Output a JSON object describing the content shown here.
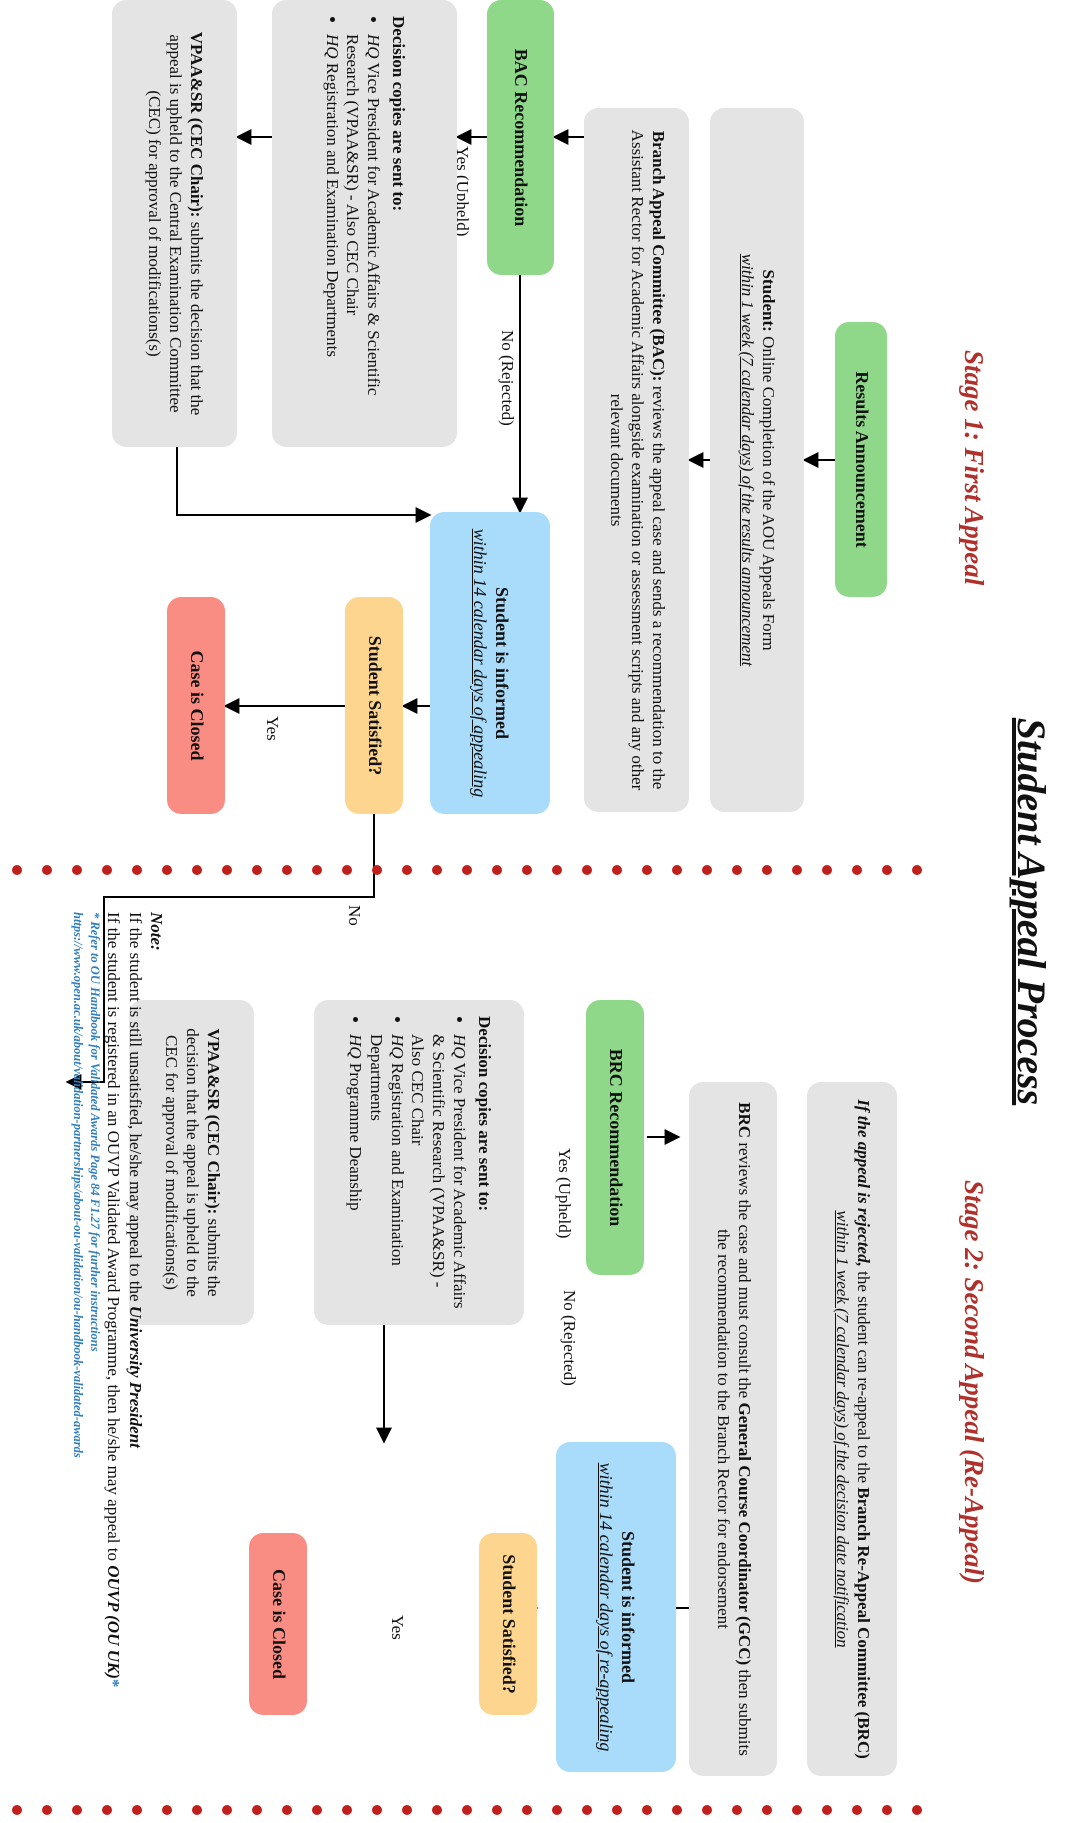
{
  "title": "Student Appeal Process",
  "stage1": {
    "heading": "Stage 1: First Appeal",
    "results_announcement": "Results Announcement",
    "student": {
      "lead": "Student:",
      "text": " Online Completion of the AOU Appeals Form",
      "deadline": "within 1 week (7 calendar days) of the results announcement"
    },
    "bac": {
      "lead": "Branch Appeal Committee (BAC):",
      "text": " reviews the appeal case and sends a recommendation to the Assistant Rector for Academic Affairs alongside examination or assessment scripts and any other relevant documents"
    },
    "bac_recommendation": "BAC Recommendation",
    "yes_upheld": "Yes (Upheld)",
    "no_rejected": "No (Rejected)",
    "decision_copies": {
      "heading": "Decision copies are sent to:",
      "items": [
        {
          "prefix": "HQ",
          "text": " Vice President for Academic Affairs & Scientific Research (VPAA&SR) - Also CEC Chair"
        },
        {
          "prefix": "HQ",
          "text": " Registration and Examination Departments"
        }
      ]
    },
    "vpaa": {
      "lead": "VPAA&SR (CEC Chair):",
      "text": " submits the decision that the appeal is upheld to the Central Examination Committee (CEC) for approval of modifications(s)"
    },
    "informed": {
      "title": "Student is informed",
      "deadline": "within 14 calendar days of appealing"
    },
    "satisfied": "Student Satisfied?",
    "yes": "Yes",
    "closed": "Case is Closed"
  },
  "stage2": {
    "heading": "Stage 2: Second Appeal (Re-Appeal)",
    "no": "No",
    "reappeal": {
      "lead": "If the appeal is rejected,",
      "text": " the student can re-appeal to the ",
      "committee": "Branch Re-Appeal Committee (BRC)",
      "deadline": "within 1 week (7 calendar days) of the decision date notification"
    },
    "brc": {
      "lead": "BRC",
      "text1": " reviews the case and must consult the ",
      "gcc": "General Course Coordinator (GCC)",
      "text2": " then submits the recommendation to the Branch Rector for endorsement"
    },
    "brc_recommendation": "BRC Recommendation",
    "yes_upheld": "Yes (Upheld)",
    "no_rejected": "No (Rejected)",
    "decision_copies": {
      "heading": "Decision copies are sent to:",
      "items": [
        {
          "prefix": "HQ",
          "text": " Vice President for Academic Affairs & Scientific Research (VPAA&SR) - Also CEC Chair"
        },
        {
          "prefix": "HQ",
          "text": " Registration and Examination Departments"
        },
        {
          "prefix": "HQ",
          "text": " Programme Deanship"
        }
      ]
    },
    "vpaa": {
      "lead": "VPAA&SR (CEC Chair):",
      "text": " submits the decision that the appeal is upheld to the CEC for approval of modifications(s)"
    },
    "informed": {
      "title": "Student is informed",
      "deadline": "within 14 calendar days of re-appealing"
    },
    "satisfied": "Student Satisfied?",
    "yes": "Yes",
    "closed": "Case is Closed"
  },
  "note": {
    "heading": "Note:",
    "line1_text": "If the student is still unsatisfied, he/she may appeal to the ",
    "line1_em": "University President",
    "line2_text": "If the student is registered in an OUVP Validated Award Programme, then he/she may appeal to ",
    "line2_em": "OUVP (OU UK)",
    "line2_star": "*",
    "ref_line": "* Refer to OU Handbook for Validated Awards Page 84 F1.27 for further instructions",
    "ref_url": "https://www.open.ac.uk/about/validation-partnerships/about-ou-validation/ou-handbook-validated-awards"
  },
  "colors": {
    "stage_heading": "#b0312b",
    "gray_box": "#e4e4e4",
    "green_box": "#8fd88a",
    "blue_box": "#a9dcfb",
    "orange_box": "#fdd58e",
    "red_box": "#fa8d83",
    "divider_dots": "#c0201c",
    "link": "#2f7fc0"
  }
}
